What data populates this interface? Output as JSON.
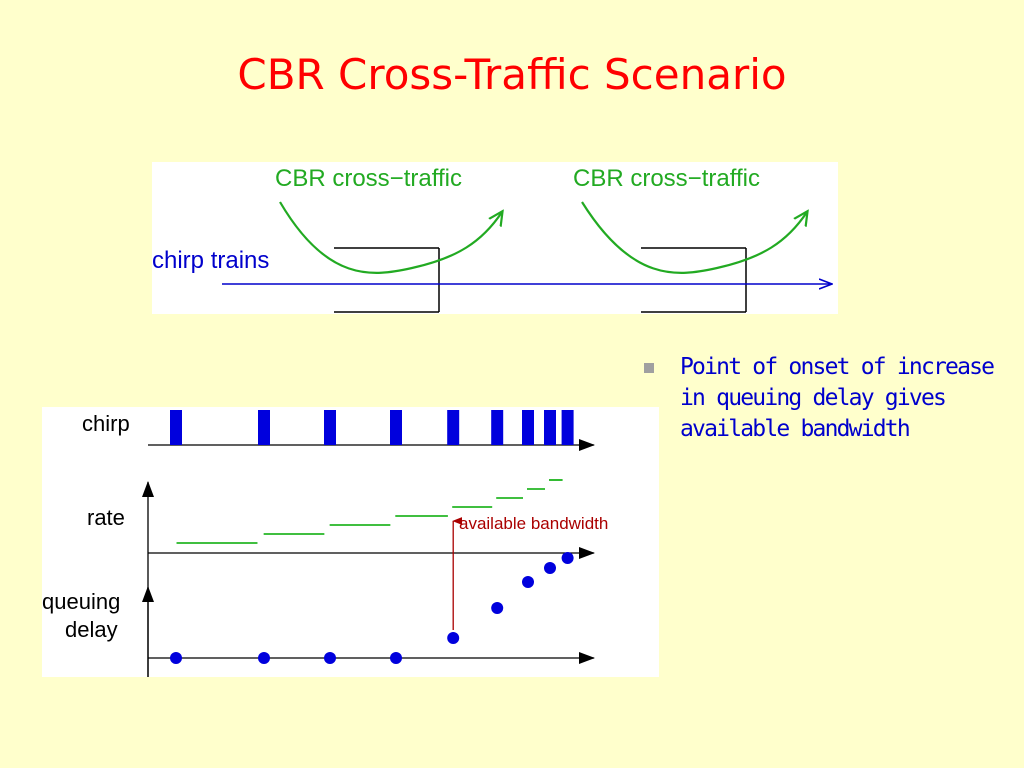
{
  "slide": {
    "title": "CBR Cross-Traffic Scenario"
  },
  "top_diagram": {
    "cross_traffic_labels": [
      "CBR cross−traffic",
      "CBR cross−traffic"
    ],
    "chirp_label": "chirp trains"
  },
  "bottom_diagram": {
    "row_labels": {
      "chirp": "chirp",
      "rate": "rate",
      "queuing_line1": "queuing",
      "queuing_line2": "delay"
    },
    "annotation": "available bandwidth",
    "pulse_times": [
      0,
      1.0,
      1.75,
      2.5,
      3.15,
      3.65,
      4.0,
      4.25,
      4.45
    ],
    "queuing_delay": [
      0,
      0,
      0,
      0,
      0.1,
      0.25,
      0.38,
      0.45,
      0.5
    ],
    "available_bandwidth_pulse_index": 4,
    "colors": {
      "pulses": "#0000dd",
      "rate_steps": "#00aa00",
      "annotation": "#aa0000",
      "delay_points": "#0000dd"
    }
  },
  "bullets": [
    {
      "text": "Point of onset of increase in queuing delay gives available bandwidth"
    }
  ]
}
